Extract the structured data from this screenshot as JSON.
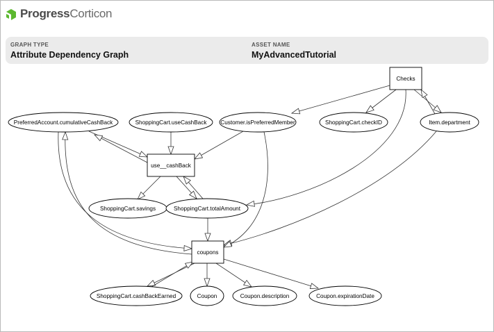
{
  "brand": {
    "progress": "Progress",
    "corticon": "Corticon",
    "accent": "#5cb82f"
  },
  "header": {
    "graph_type_label": "GRAPH TYPE",
    "graph_type_value": "Attribute Dependency Graph",
    "asset_name_label": "ASSET NAME",
    "asset_name_value": "MyAdvancedTutorial"
  },
  "graph": {
    "nodes": [
      {
        "id": "checks",
        "label": "Checks",
        "shape": "box"
      },
      {
        "id": "pacb",
        "label": "PreferredAccount.cumulativeCashBack",
        "shape": "ellipse"
      },
      {
        "id": "sc_ucb",
        "label": "ShoppingCart.useCashBack",
        "shape": "ellipse"
      },
      {
        "id": "cust_pm",
        "label": "Customer.isPreferredMember",
        "shape": "ellipse"
      },
      {
        "id": "sc_check",
        "label": "ShoppingCart.checkID",
        "shape": "ellipse"
      },
      {
        "id": "item_dept",
        "label": "Item.department",
        "shape": "ellipse"
      },
      {
        "id": "use_cb",
        "label": "use__cashBack",
        "shape": "box"
      },
      {
        "id": "sc_sav",
        "label": "ShoppingCart.savings",
        "shape": "ellipse"
      },
      {
        "id": "sc_tot",
        "label": "ShoppingCart.totalAmount",
        "shape": "ellipse"
      },
      {
        "id": "coupons",
        "label": "coupons",
        "shape": "box"
      },
      {
        "id": "sc_cbe",
        "label": "ShoppingCart.cashBackEarned",
        "shape": "ellipse"
      },
      {
        "id": "coupon",
        "label": "Coupon",
        "shape": "ellipse"
      },
      {
        "id": "coupon_desc",
        "label": "Coupon.description",
        "shape": "ellipse"
      },
      {
        "id": "coupon_exp",
        "label": "Coupon.expirationDate",
        "shape": "ellipse"
      }
    ],
    "edges": [
      {
        "from": "checks",
        "to": "cust_pm"
      },
      {
        "from": "checks",
        "to": "sc_check"
      },
      {
        "from": "checks",
        "to": "item_dept"
      },
      {
        "from": "item_dept",
        "to": "checks"
      },
      {
        "from": "checks",
        "to": "sc_tot"
      },
      {
        "from": "item_dept",
        "to": "coupons"
      },
      {
        "from": "pacb",
        "to": "use_cb"
      },
      {
        "from": "use_cb",
        "to": "pacb"
      },
      {
        "from": "sc_ucb",
        "to": "use_cb"
      },
      {
        "from": "cust_pm",
        "to": "use_cb"
      },
      {
        "from": "cust_pm",
        "to": "coupons"
      },
      {
        "from": "use_cb",
        "to": "sc_sav"
      },
      {
        "from": "use_cb",
        "to": "sc_tot"
      },
      {
        "from": "sc_tot",
        "to": "use_cb"
      },
      {
        "from": "sc_tot",
        "to": "coupons"
      },
      {
        "from": "pacb",
        "to": "coupons"
      },
      {
        "from": "coupons",
        "to": "pacb"
      },
      {
        "from": "coupons",
        "to": "sc_cbe"
      },
      {
        "from": "sc_cbe",
        "to": "coupons"
      },
      {
        "from": "coupons",
        "to": "coupon"
      },
      {
        "from": "coupons",
        "to": "coupon_desc"
      },
      {
        "from": "coupons",
        "to": "coupon_exp"
      }
    ]
  }
}
